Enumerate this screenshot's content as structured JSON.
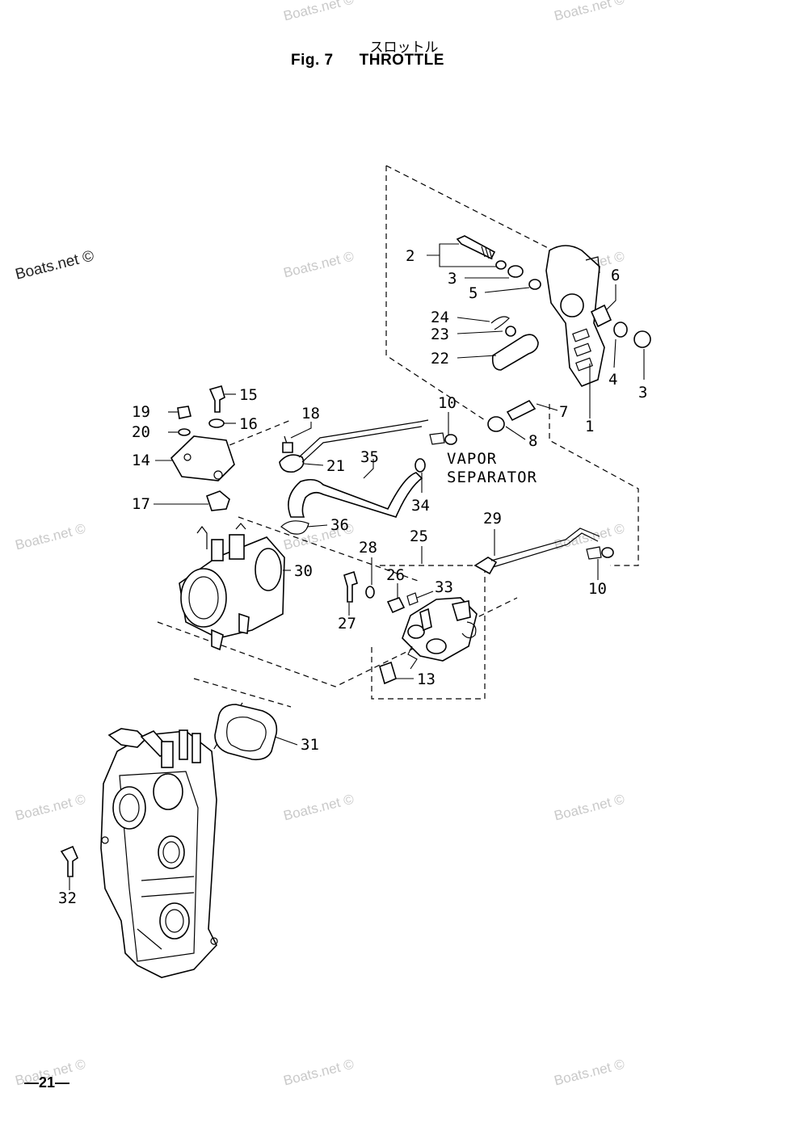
{
  "header": {
    "title_jp": "スロットル",
    "fig_label": "Fig. 7",
    "title_en": "THROTTLE"
  },
  "callouts": [
    "2",
    "3",
    "5",
    "6",
    "24",
    "23",
    "22",
    "4",
    "3",
    "15",
    "19",
    "20",
    "16",
    "18",
    "10",
    "7",
    "1",
    "8",
    "14",
    "21",
    "35",
    "VAPOR",
    "SEPARATOR",
    "17",
    "34",
    "36",
    "29",
    "25",
    "28",
    "30",
    "26",
    "33",
    "10",
    "27",
    "13",
    "31",
    "32"
  ],
  "watermark": "Boats.net ©",
  "page_number": "—21—"
}
